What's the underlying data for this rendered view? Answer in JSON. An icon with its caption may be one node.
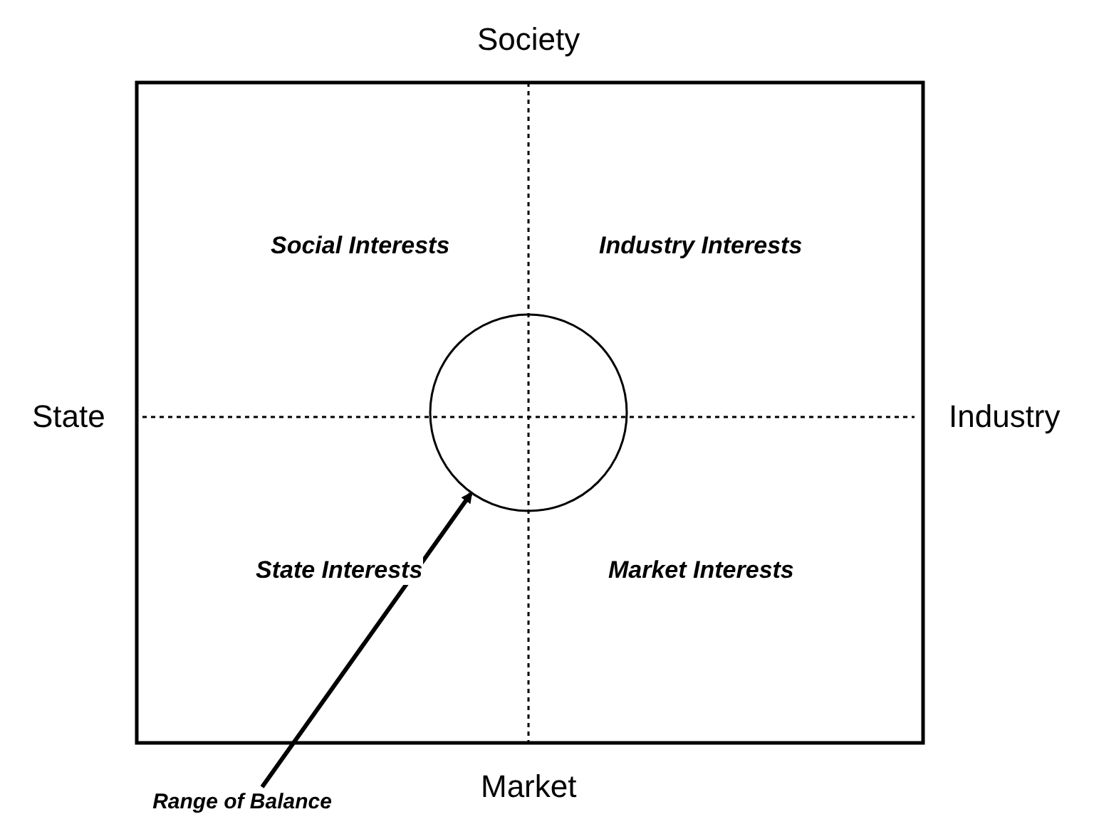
{
  "diagram": {
    "nodes": [
      {
        "text": [
          "Range of Balance"
        ]
      },
      {
        "text": [],
        "shape": "circle"
      }
    ],
    "edges": [
      {
        "from": 0,
        "to": 1,
        "arrow": "to"
      }
    ],
    "labels": [
      "Society",
      "Social Interests",
      "Industry Interests",
      "State",
      "Industry",
      "State Interests",
      "Market Interests",
      "Market"
    ]
  }
}
